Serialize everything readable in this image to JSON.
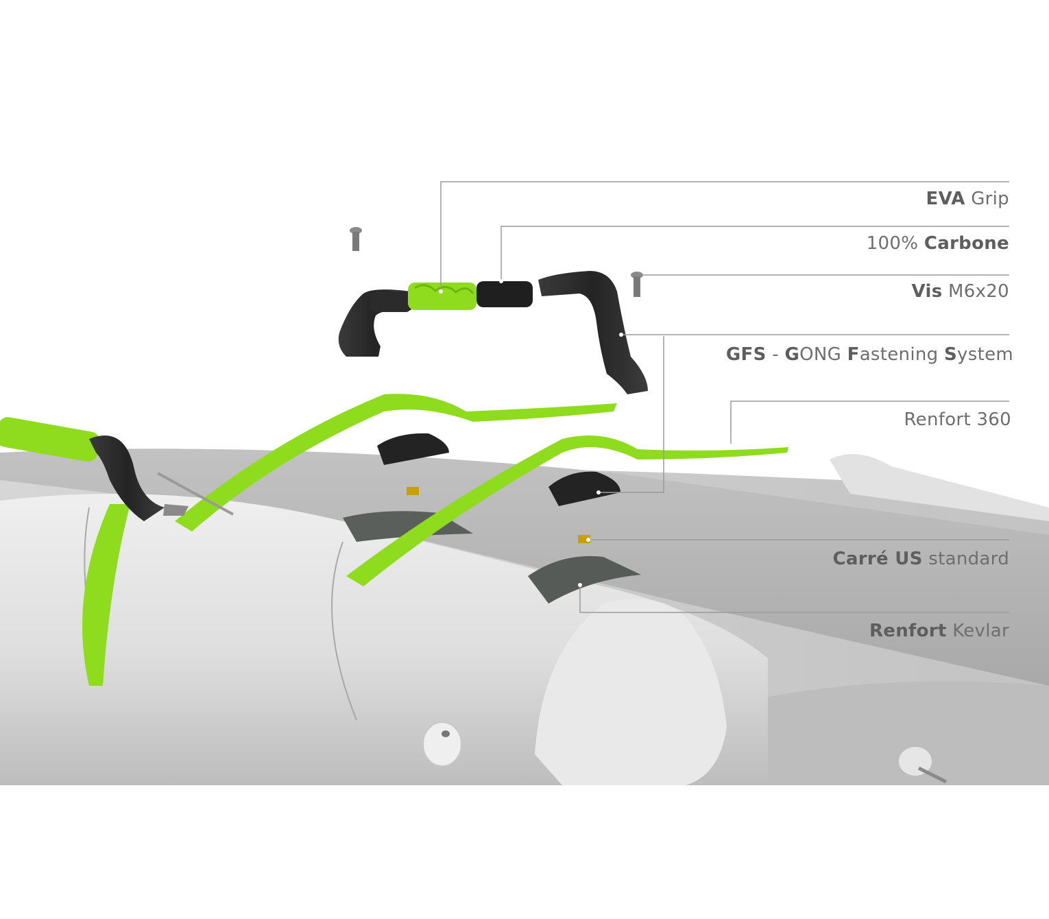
{
  "callouts": [
    {
      "id": "eva-grip",
      "parts": [
        {
          "t": "EVA",
          "b": true
        },
        {
          "t": " Grip",
          "b": false
        }
      ]
    },
    {
      "id": "carbone",
      "parts": [
        {
          "t": "100% ",
          "b": false
        },
        {
          "t": "Carbone",
          "b": true
        }
      ]
    },
    {
      "id": "vis",
      "parts": [
        {
          "t": "Vis",
          "b": true
        },
        {
          "t": " M6x20",
          "b": false
        }
      ]
    },
    {
      "id": "gfs",
      "parts": [
        {
          "t": "GFS",
          "b": true
        },
        {
          "t": " - ",
          "b": false
        },
        {
          "t": "G",
          "b": true
        },
        {
          "t": "ONG ",
          "b": false
        },
        {
          "t": "F",
          "b": true
        },
        {
          "t": "astening ",
          "b": false
        },
        {
          "t": "S",
          "b": true
        },
        {
          "t": "ystem",
          "b": false
        }
      ]
    },
    {
      "id": "renfort-360",
      "parts": [
        {
          "t": "Renfort 360",
          "b": false
        }
      ]
    },
    {
      "id": "carre-us",
      "parts": [
        {
          "t": "Carré US",
          "b": true
        },
        {
          "t": " standard",
          "b": false
        }
      ]
    },
    {
      "id": "renfort-kevlar",
      "parts": [
        {
          "t": "Renfort",
          "b": true
        },
        {
          "t": " Kevlar",
          "b": false
        }
      ]
    }
  ],
  "colors": {
    "accent_green": "#8fdc1f",
    "part_black": "#2a2a2a",
    "board_grey": "#c9c9c9",
    "tube_light": "#e4e4e4",
    "leader_line": "#9a9a9a",
    "label_text": "#6e6e6e"
  }
}
